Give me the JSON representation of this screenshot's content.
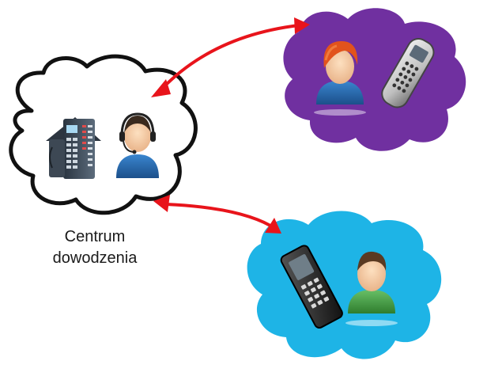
{
  "command_center": {
    "label_line1": "Centrum",
    "label_line2": "dowodzenia",
    "cloud_fill": "#ffffff",
    "icons": [
      "desk-phone-icon",
      "operator-headset-icon"
    ]
  },
  "remote_top": {
    "cloud_fill": "#7030a0",
    "icons": [
      "redhead-user-icon",
      "cordless-phone-icon"
    ]
  },
  "remote_bottom": {
    "cloud_fill": "#1eb4e6",
    "icons": [
      "mobile-radio-icon",
      "user-green-shirt-icon"
    ]
  },
  "connections": {
    "color": "#e8141b",
    "style": "double-headed-arrow"
  }
}
